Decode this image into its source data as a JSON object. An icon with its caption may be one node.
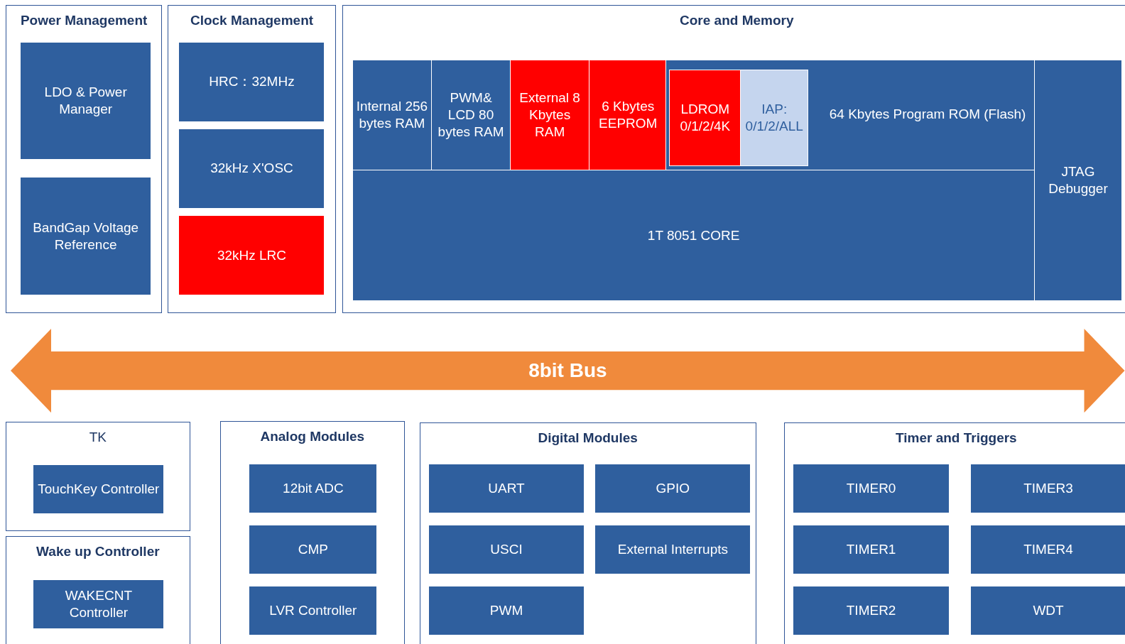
{
  "diagram": {
    "nodes": [
      {
        "text": [
          "Power Management"
        ]
      },
      {
        "text": [
          "LDO & Power Manager"
        ],
        "in": 0
      },
      {
        "text": [
          "BandGap Voltage Reference"
        ],
        "in": 0
      },
      {
        "text": [
          "Clock Management"
        ]
      },
      {
        "text": [
          "HRC：32MHz"
        ],
        "in": 3
      },
      {
        "text": [
          "32kHz X'OSC"
        ],
        "in": 3
      },
      {
        "text": [
          "32kHz LRC"
        ],
        "in": 3
      },
      {
        "text": [
          "Core and Memory"
        ]
      },
      {
        "text": [
          "Internal 256 bytes RAM"
        ],
        "in": 7
      },
      {
        "text": [
          "PWM& LCD 80 bytes RAM"
        ],
        "in": 7
      },
      {
        "text": [
          "External 8 Kbytes RAM"
        ],
        "in": 7
      },
      {
        "text": [
          "6 Kbytes EEPROM"
        ],
        "in": 7
      },
      {
        "text": [
          "64 Kbytes Program ROM (Flash)"
        ],
        "in": 7
      },
      {
        "text": [
          "LDROM 0/1/2/4K"
        ],
        "in": 12
      },
      {
        "text": [
          "IAP: 0/1/2/ALL"
        ],
        "in": 12
      },
      {
        "text": [
          "1T 8051 CORE"
        ],
        "in": 7
      },
      {
        "text": [
          "JTAG Debugger"
        ],
        "in": 7
      },
      {
        "text": [
          "8bit Bus"
        ]
      },
      {
        "text": [
          "TK"
        ]
      },
      {
        "text": [
          "TouchKey Controller"
        ],
        "in": 18
      },
      {
        "text": [
          "Wake up Controller"
        ]
      },
      {
        "text": [
          "WAKECNT Controller"
        ],
        "in": 20
      },
      {
        "text": [
          "Analog Modules"
        ]
      },
      {
        "text": [
          "12bit ADC"
        ],
        "in": 22
      },
      {
        "text": [
          "CMP"
        ],
        "in": 22
      },
      {
        "text": [
          "LVR Controller"
        ],
        "in": 22
      },
      {
        "text": [
          "Digital Modules"
        ]
      },
      {
        "text": [
          "UART"
        ],
        "in": 26
      },
      {
        "text": [
          "GPIO"
        ],
        "in": 26
      },
      {
        "text": [
          "USCI"
        ],
        "in": 26
      },
      {
        "text": [
          "External Interrupts"
        ],
        "in": 26
      },
      {
        "text": [
          "PWM"
        ],
        "in": 26
      },
      {
        "text": [
          "Timer and Triggers"
        ]
      },
      {
        "text": [
          "TIMER0"
        ],
        "in": 32
      },
      {
        "text": [
          "TIMER3"
        ],
        "in": 32
      },
      {
        "text": [
          "TIMER1"
        ],
        "in": 32
      },
      {
        "text": [
          "TIMER4"
        ],
        "in": 32
      },
      {
        "text": [
          "TIMER2"
        ],
        "in": 32
      },
      {
        "text": [
          "WDT"
        ],
        "in": 32
      }
    ]
  }
}
